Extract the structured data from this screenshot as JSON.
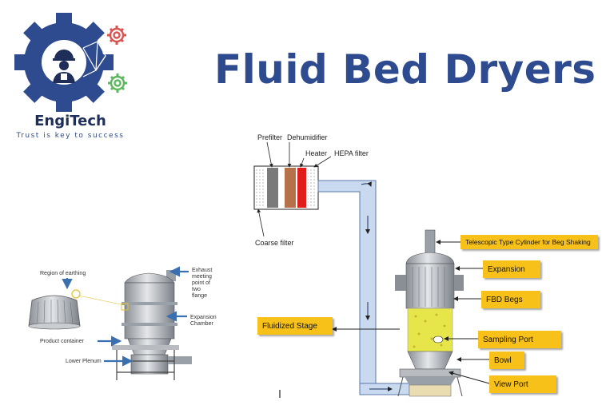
{
  "title": "Fluid Bed Dryers",
  "brand": {
    "name": "EngiTech",
    "tagline": "Trust is key to success",
    "colors": {
      "primary": "#2f4b8f",
      "dark": "#1e2e58",
      "gear_red": "#d9534f",
      "gear_green": "#5cb85c"
    }
  },
  "main_diagram": {
    "filter_labels": {
      "prefilter": "Prefilter",
      "dehumidifier": "Dehumidifier",
      "heater": "Heater",
      "hepa": "HEPA filter",
      "coarse": "Coarse filter"
    },
    "callouts": {
      "telescopic": "Telescopic Type Cylinder for Beg Shaking",
      "expansion": "Expansion",
      "fbd_begs": "FBD Begs",
      "sampling_port": "Sampling Port",
      "bowl": "Bowl",
      "view_port": "View Port",
      "fluidized_stage": "Fluidized Stage"
    },
    "colors": {
      "callout": "#f7c11a",
      "duct": "#c9d9f0",
      "heater": "#e21b1b",
      "product": "#e6e64a"
    }
  },
  "small_diagram": {
    "labels": {
      "region_of_earthing": "Region of earthing",
      "exhaust_line1": "Exhaust",
      "exhaust_line2": "meeting",
      "exhaust_line3": "point of",
      "exhaust_line4": "two",
      "exhaust_line5": "flange",
      "expansion_line1": "Expansion",
      "expansion_line2": "Chamber",
      "product_container": "Product container",
      "lower_plenum": "Lower Plenum"
    },
    "colors": {
      "arrow": "#3a6fb0"
    }
  }
}
